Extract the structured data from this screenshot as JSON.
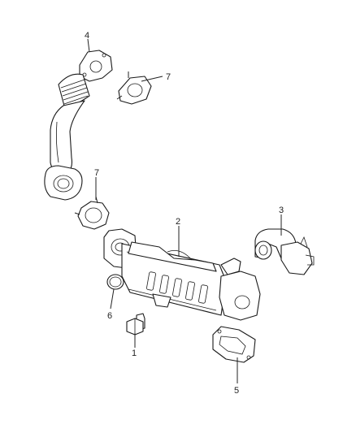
{
  "callouts": {
    "c1": "1",
    "c2": "2",
    "c3": "3",
    "c4": "4",
    "c5": "5",
    "c6": "6",
    "c7a": "7",
    "c7b": "7"
  }
}
